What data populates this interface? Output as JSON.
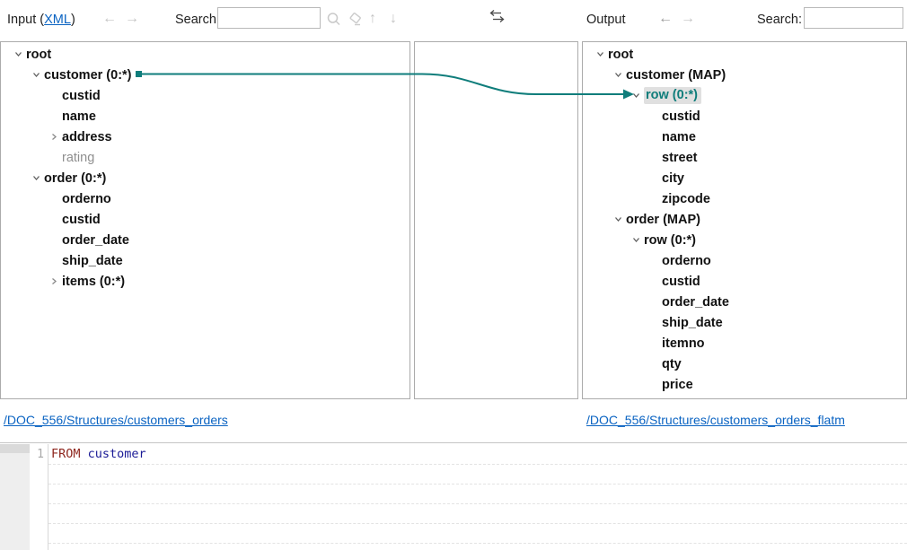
{
  "toolbar": {
    "input_title_prefix": "Input (",
    "input_title_link": "XML",
    "input_title_suffix": ")",
    "back_arrow": "←",
    "forward_arrow": "→",
    "search_label": "Search:",
    "input_search_value": "",
    "output_title": "Output",
    "output_search_value": "",
    "up_arrow": "↑",
    "down_arrow": "↓",
    "icons": [
      "back-arrow-icon",
      "forward-arrow-icon",
      "search-magnifier-icon",
      "clear-search-eraser-icon",
      "find-previous-icon",
      "find-next-icon",
      "swap-input-output-icon"
    ]
  },
  "colors": {
    "accent_teal": "#0f7d7b",
    "link_blue": "#0a63c2",
    "selected_bg": "#e0e0e0",
    "panel_border": "#ababab"
  },
  "input_panel": {
    "source_link": "/DOC_556/Structures/customers_orders",
    "tree": [
      {
        "label": "root",
        "indent": 0,
        "chevron": "down",
        "style": "bold"
      },
      {
        "label": "customer (0:*)",
        "indent": 1,
        "chevron": "down",
        "style": "bold",
        "connector": "source"
      },
      {
        "label": "custid",
        "indent": 2,
        "chevron": "none",
        "style": "bold"
      },
      {
        "label": "name",
        "indent": 2,
        "chevron": "none",
        "style": "bold"
      },
      {
        "label": "address",
        "indent": 2,
        "chevron": "right",
        "style": "bold"
      },
      {
        "label": "rating",
        "indent": 2,
        "chevron": "none",
        "style": "muted"
      },
      {
        "label": "order (0:*)",
        "indent": 1,
        "chevron": "down",
        "style": "bold"
      },
      {
        "label": "orderno",
        "indent": 2,
        "chevron": "none",
        "style": "bold"
      },
      {
        "label": "custid",
        "indent": 2,
        "chevron": "none",
        "style": "bold"
      },
      {
        "label": "order_date",
        "indent": 2,
        "chevron": "none",
        "style": "bold"
      },
      {
        "label": "ship_date",
        "indent": 2,
        "chevron": "none",
        "style": "bold"
      },
      {
        "label": "items (0:*)",
        "indent": 2,
        "chevron": "right",
        "style": "bold"
      }
    ]
  },
  "output_panel": {
    "source_link": "/DOC_556/Structures/customers_orders_flatm",
    "tree": [
      {
        "label": "root",
        "indent": 0,
        "chevron": "down",
        "style": "bold"
      },
      {
        "label": "customer (MAP)",
        "indent": 1,
        "chevron": "down",
        "style": "bold"
      },
      {
        "label": "row (0:*)",
        "indent": 2,
        "chevron": "down",
        "style": "selected",
        "connector": "target"
      },
      {
        "label": "custid",
        "indent": 3,
        "chevron": "none",
        "style": "bold"
      },
      {
        "label": "name",
        "indent": 3,
        "chevron": "none",
        "style": "bold"
      },
      {
        "label": "street",
        "indent": 3,
        "chevron": "none",
        "style": "bold"
      },
      {
        "label": "city",
        "indent": 3,
        "chevron": "none",
        "style": "bold"
      },
      {
        "label": "zipcode",
        "indent": 3,
        "chevron": "none",
        "style": "bold"
      },
      {
        "label": "order (MAP)",
        "indent": 1,
        "chevron": "down",
        "style": "bold"
      },
      {
        "label": "row (0:*)",
        "indent": 2,
        "chevron": "down",
        "style": "bold"
      },
      {
        "label": "orderno",
        "indent": 3,
        "chevron": "none",
        "style": "bold"
      },
      {
        "label": "custid",
        "indent": 3,
        "chevron": "none",
        "style": "bold"
      },
      {
        "label": "order_date",
        "indent": 3,
        "chevron": "none",
        "style": "bold"
      },
      {
        "label": "ship_date",
        "indent": 3,
        "chevron": "none",
        "style": "bold"
      },
      {
        "label": "itemno",
        "indent": 3,
        "chevron": "none",
        "style": "bold"
      },
      {
        "label": "qty",
        "indent": 3,
        "chevron": "none",
        "style": "bold"
      },
      {
        "label": "price",
        "indent": 3,
        "chevron": "none",
        "style": "bold"
      }
    ]
  },
  "code_editor": {
    "line_number": "1",
    "tokens": [
      {
        "text": "FROM",
        "type": "keyword"
      },
      {
        "text": " ",
        "type": "plain"
      },
      {
        "text": "customer",
        "type": "identifier"
      }
    ],
    "token_colors": {
      "keyword": "#8f271f",
      "identifier": "#1a1a96",
      "plain": "#222222"
    }
  }
}
